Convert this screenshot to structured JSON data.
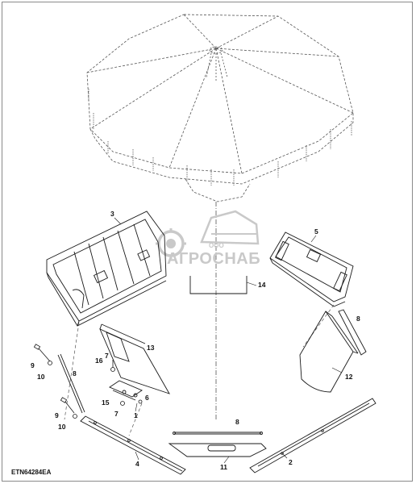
{
  "watermark": {
    "company_prefix": "ООО",
    "company_name": "АГРОСНАБ"
  },
  "figure_id": "ETN64284EA",
  "callouts": {
    "n1": "1",
    "n2": "2",
    "n3": "3",
    "n4": "4",
    "n5": "5",
    "n6": "6",
    "n7": "7",
    "n8": "8",
    "n9": "9",
    "n10": "10",
    "n11": "11",
    "n12": "12",
    "n13": "13",
    "n14": "14",
    "n15": "15",
    "n16": "16"
  },
  "colors": {
    "line": "#1a1a1a",
    "dash": "#555555",
    "watermark": "#c9c9c9",
    "frame": "#8a8a8a"
  }
}
